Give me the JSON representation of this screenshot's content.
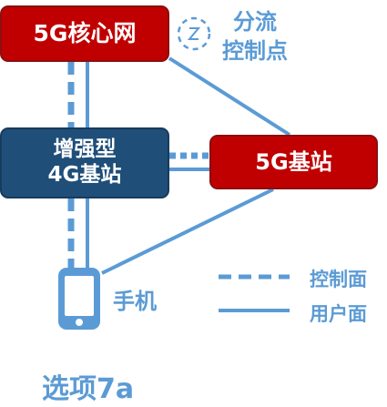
{
  "nodes": {
    "core": "5G核心网",
    "split_point": [
      "分流",
      "控制点"
    ],
    "lte": [
      "增强型",
      "4G基站"
    ],
    "gnb": "5G基站",
    "phone": "手机"
  },
  "legend": {
    "control_plane": "控制面",
    "user_plane": "用户面"
  },
  "caption": "选项7a",
  "colors": {
    "red_box": "#c00000",
    "navy_box": "#1f4e79",
    "line_blue": "#5b9bd5",
    "text_blue": "#5b9bd5"
  },
  "icons": {
    "split": "dashed-circle-icon",
    "phone": "smartphone-icon"
  }
}
